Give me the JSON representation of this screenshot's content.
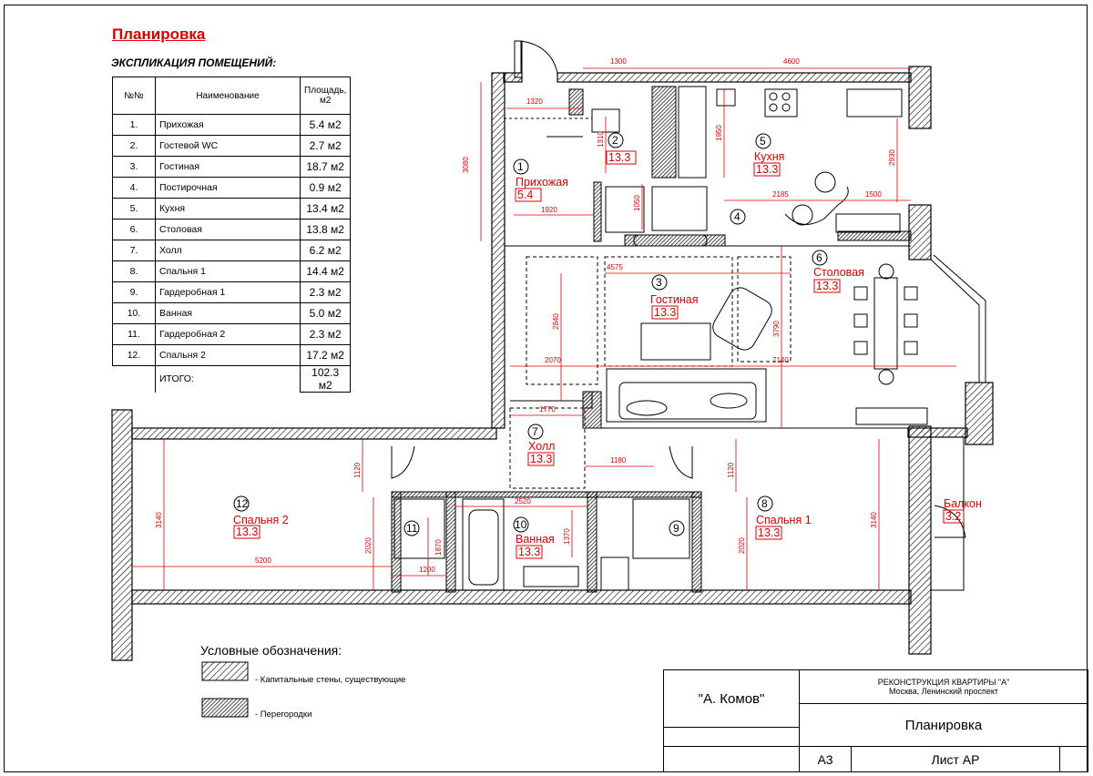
{
  "title": "Планировка",
  "explication": {
    "caption": "ЭКСПЛИКАЦИЯ ПОМЕЩЕНИЙ:",
    "headers": {
      "num": "№№",
      "name": "Наименование",
      "area": "Площадь, м2"
    },
    "rows": [
      {
        "num": "1.",
        "name": "Прихожая",
        "area": "5.4 м2"
      },
      {
        "num": "2.",
        "name": "Гостевой WC",
        "area": "2.7 м2"
      },
      {
        "num": "3.",
        "name": "Гостиная",
        "area": "18.7 м2"
      },
      {
        "num": "4.",
        "name": "Постирочная",
        "area": "0.9 м2"
      },
      {
        "num": "5.",
        "name": "Кухня",
        "area": "13.4 м2"
      },
      {
        "num": "6.",
        "name": "Столовая",
        "area": "13.8 м2"
      },
      {
        "num": "7.",
        "name": "Холл",
        "area": "6.2 м2"
      },
      {
        "num": "8.",
        "name": "Спальня 1",
        "area": "14.4 м2"
      },
      {
        "num": "9.",
        "name": "Гардеробная 1",
        "area": "2.3 м2"
      },
      {
        "num": "10.",
        "name": "Ванная",
        "area": "5.0 м2"
      },
      {
        "num": "11.",
        "name": "Гардеробная 2",
        "area": "2.3 м2"
      },
      {
        "num": "12.",
        "name": "Спальня 2",
        "area": "17.2 м2"
      }
    ],
    "total_label": "ИТОГО:",
    "total_area": "102.3 м2"
  },
  "rooms": [
    {
      "num": "1",
      "name": "Прихожая",
      "area": "5.4"
    },
    {
      "num": "2",
      "name": "",
      "area": "13.3"
    },
    {
      "num": "3",
      "name": "Гостиная",
      "area": "13.3"
    },
    {
      "num": "4",
      "name": "",
      "area": ""
    },
    {
      "num": "5",
      "name": "Кухня",
      "area": "13.3"
    },
    {
      "num": "6",
      "name": "Столовая",
      "area": "13.3"
    },
    {
      "num": "7",
      "name": "Холл",
      "area": "13.3"
    },
    {
      "num": "8",
      "name": "Спальня 1",
      "area": "13.3"
    },
    {
      "num": "9",
      "name": "",
      "area": ""
    },
    {
      "num": "10",
      "name": "Ванная",
      "area": "13.3"
    },
    {
      "num": "11",
      "name": "",
      "area": ""
    },
    {
      "num": "12",
      "name": "Спальня 2",
      "area": "13.3"
    },
    {
      "num": "",
      "name": "Балкон",
      "area": "3.2"
    }
  ],
  "dimensions": {
    "d1300": "1300",
    "d4600": "4600",
    "d1320": "1320",
    "d1310": "1310",
    "d1950": "1950",
    "d3080": "3080",
    "d1920": "1920",
    "d1050": "1050",
    "d2185": "2185",
    "d1500": "1500",
    "d2930": "2930",
    "d4575": "4575",
    "d2840": "2840",
    "d3790": "3790",
    "d2070": "2070",
    "d7140": "7140",
    "d1770": "1770",
    "d1180": "1180",
    "d1120a": "1120",
    "d1120b": "1120",
    "d2520": "2520",
    "d1370": "1370",
    "d1870": "1870",
    "d2020a": "2020",
    "d2020b": "2020",
    "d3140a": "3140",
    "d3140b": "3140",
    "d5200": "5200",
    "d1200": "1200"
  },
  "legend": {
    "title": "Условные обозначения:",
    "items": [
      "- Капитальные стены, существующие",
      "- Перегородки"
    ]
  },
  "stamp": {
    "author": "\"А. Комов\"",
    "project": "РЕКОНСТРУКЦИЯ КВАРТИРЫ \"А\"",
    "address": "Москва, Ленинский проспект",
    "sheet_title": "Планировка",
    "format": "А3",
    "sheet": "Лист АР"
  },
  "colors": {
    "accent": "#dd0000",
    "wall": "#000000"
  }
}
